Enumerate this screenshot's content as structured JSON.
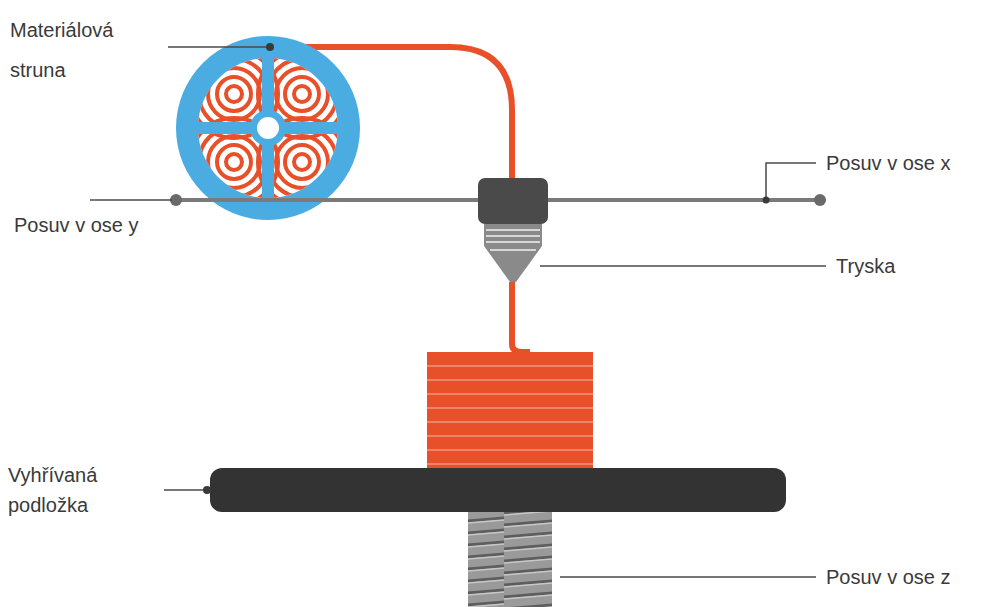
{
  "diagram": {
    "labels": [
      "Materiálová struna",
      "Posuv v ose x",
      "Posuv v ose y",
      "Tryska",
      "Vyhřívaná podložka",
      "Posuv v ose z"
    ]
  }
}
